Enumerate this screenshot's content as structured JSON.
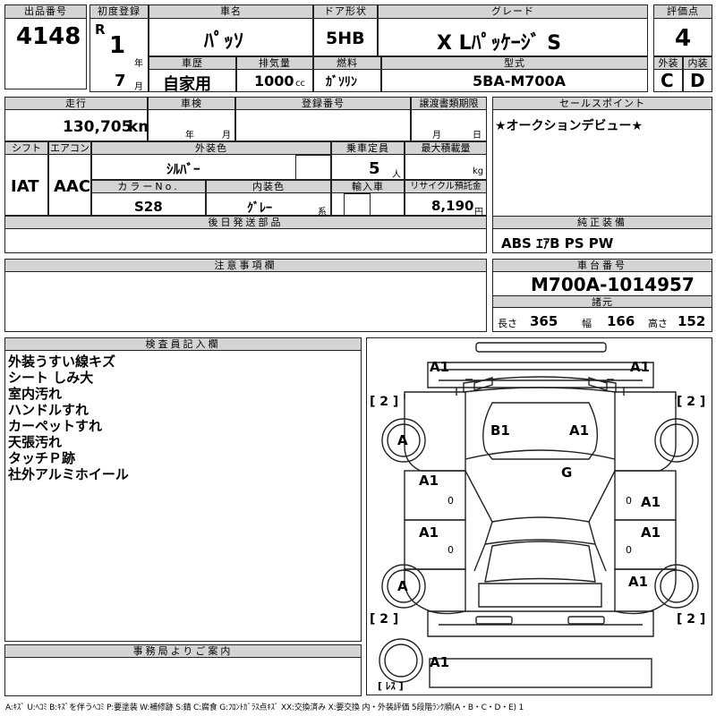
{
  "lot": {
    "label": "出品番号",
    "value": "4148"
  },
  "first_reg": {
    "label": "初度登録",
    "era": "R",
    "year": "1",
    "year_unit": "年",
    "month": "7",
    "month_unit": "月"
  },
  "car_name": {
    "label": "車名",
    "value": "ﾊﾟｯｿ"
  },
  "door": {
    "label": "ドア形状",
    "value": "5HB"
  },
  "grade": {
    "label": "グレード",
    "value": "X Lﾊﾟｯｹｰｼﾞ S"
  },
  "score": {
    "label": "評価点",
    "value": "4"
  },
  "history": {
    "label": "車歴",
    "value": "自家用"
  },
  "displacement": {
    "label": "排気量",
    "value": "1000",
    "unit": "cc"
  },
  "fuel": {
    "label": "燃料",
    "value": "ｶﾞｿﾘﾝ"
  },
  "model": {
    "label": "型式",
    "value": "5BA-M700A"
  },
  "exterior_grade": {
    "label": "外装",
    "value": "C"
  },
  "interior_grade": {
    "label": "内装",
    "value": "D"
  },
  "mileage": {
    "label": "走行",
    "value": "130,705",
    "unit": "km"
  },
  "inspection": {
    "label": "車検",
    "year_unit": "年",
    "month_unit": "月"
  },
  "plate": {
    "label": "登録番号"
  },
  "transfer": {
    "label": "譲渡書類期限",
    "month_unit": "月",
    "day_unit": "日"
  },
  "shift": {
    "label": "シフト",
    "value": "IAT"
  },
  "aircon": {
    "label": "エアコン",
    "value": "AAC"
  },
  "ext_color": {
    "label": "外装色",
    "value": "ｼﾙﾊﾞｰ"
  },
  "capacity": {
    "label": "乗車定員",
    "value": "5",
    "unit": "人"
  },
  "max_load": {
    "label": "最大積載量",
    "unit": "kg"
  },
  "color_no": {
    "label": "カラーNo.",
    "value": "S28"
  },
  "int_color": {
    "label": "内装色",
    "value": "ｸﾞﾚｰ",
    "unit": "系"
  },
  "import": {
    "label": "輸入車"
  },
  "recycle": {
    "label": "リサイクル預託金",
    "value": "8,190",
    "unit": "円"
  },
  "later_parts": {
    "label": "後日発送部品"
  },
  "selling_point": {
    "label": "セールスポイント",
    "value": "★オークションデビュー★"
  },
  "equipment": {
    "label": "純正装備",
    "value": "ABS ｴｱB PS PW"
  },
  "caution": {
    "label": "注意事項欄"
  },
  "chassis": {
    "label": "車台番号",
    "value": "M700A-1014957"
  },
  "dims": {
    "label": "諸元",
    "length_label": "長さ",
    "length": "365",
    "width_label": "幅",
    "width": "166",
    "height_label": "高さ",
    "height": "152"
  },
  "inspector": {
    "label": "検査員記入欄",
    "notes": [
      "外装うすい線キズ",
      "シート しみ大",
      "室内汚れ",
      "ハンドルすれ",
      "カーペットすれ",
      "天張汚れ",
      "タッチＰ跡",
      "社外アルミホイール"
    ]
  },
  "office": {
    "label": "事務局よりご案内"
  },
  "diagram": {
    "marks": {
      "front_left": "A1",
      "front_right": "A1",
      "hood_left": "B1",
      "hood_right": "A1",
      "roof": "G",
      "door_fl": "A1",
      "door_fr": "A1",
      "door_rl": "A1",
      "door_rr": "A1",
      "rear_right": "A1",
      "rear_left": "A1",
      "wheel_fl": "A",
      "wheel_fr": "",
      "wheel_rl": "A",
      "wheel_rr": "",
      "zero_l1": "0",
      "zero_l2": "0",
      "zero_r1": "0",
      "zero_r2": "0"
    },
    "tire_tags": {
      "fl": "[ 2 ]",
      "fr": "[ 2 ]",
      "rl": "[ 2 ]",
      "rr": "[ 2 ]",
      "spare": "[ ﾚｽ ]"
    }
  },
  "legend": "A:ｷｽﾞ U:ﾍｺﾐ B:ｷｽﾞを伴うﾍｺﾐ P:要塗装 W:補修跡 S:錆 C:腐食 G:ﾌﾛﾝﾄｶﾞﾗｽ点ｷｽﾞ XX:交換済み X:要交換 内・外装評価 5段階ﾗﾝｸ順(A・B・C・D・E) 1"
}
